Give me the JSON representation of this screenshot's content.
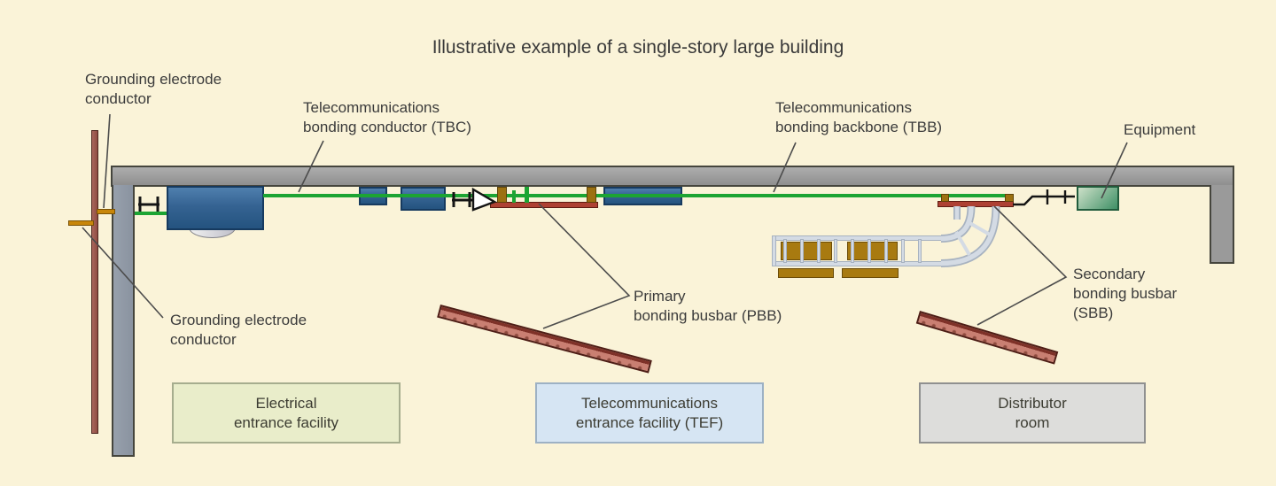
{
  "title": "Illustrative example of a single-story large building",
  "annotations": {
    "grounding_electrode_top": "Grounding electrode\nconductor",
    "tbc": "Telecommunications\nbonding conductor (TBC)",
    "tbb": "Telecommunications\nbonding backbone (TBB)",
    "equipment": "Equipment",
    "grounding_electrode_bottom": "Grounding electrode\nconductor",
    "pbb": "Primary\nbonding busbar (PBB)",
    "sbb": "Secondary\nbonding busbar\n(SBB)"
  },
  "rooms": {
    "electrical": "Electrical\nentrance facility",
    "tef": "Telecommunications\nentrance facility (TEF)",
    "distributor": "Distributor\nroom"
  },
  "colors": {
    "background": "#faf3d8",
    "building_gray": "#9a9a9a",
    "left_wall_gray": "#8a93a0",
    "building_border": "#45453d",
    "conductor_green": "#1ca433",
    "busbar_red": "#ae4133",
    "busbar_red_dark": "#5f1c12",
    "standoff_brown": "#9c7111",
    "cable_brown": "#a87a10",
    "panel_blue_light": "#4f7fae",
    "panel_blue_dark": "#24537f",
    "equipment_green_light": "#cde0c8",
    "equipment_green_dark": "#3f9066",
    "ladder_gray": "#d4dbe4",
    "ladder_border": "#a7b2c0",
    "busbar_enlarged_pink": "#c97f72",
    "room_electrical_bg": "#e9edca",
    "room_tef_bg": "#d6e5f3",
    "room_distributor_bg": "#dddddb",
    "label_text": "#3b3b3b",
    "leader_gray": "#4c4c4c",
    "symbol_black": "#141414"
  }
}
